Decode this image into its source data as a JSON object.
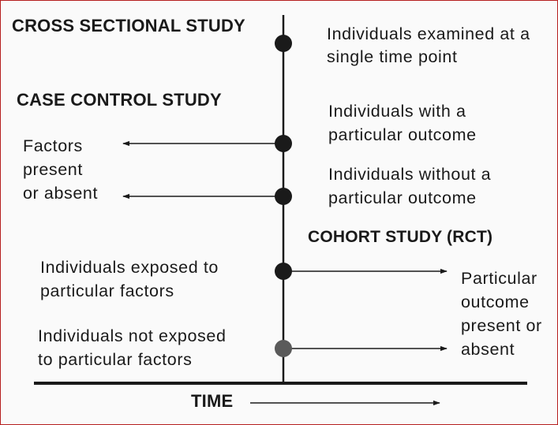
{
  "diagram": {
    "cross_sectional": {
      "heading": "CROSS SECTIONAL STUDY",
      "description": [
        "Individuals examined at a",
        "single time point"
      ]
    },
    "case_control": {
      "heading": "CASE CONTROL STUDY",
      "factors": [
        "Factors",
        "present",
        "or absent"
      ],
      "with_outcome": [
        "Individuals with a",
        "particular outcome"
      ],
      "without_outcome": [
        "Individuals without a",
        "particular outcome"
      ]
    },
    "cohort": {
      "heading": "COHORT STUDY (RCT)",
      "exposed": [
        "Individuals exposed to",
        "particular factors"
      ],
      "not_exposed": [
        "Individuals not exposed",
        "to particular factors"
      ],
      "outcome": [
        "Particular",
        "outcome",
        "present or",
        "absent"
      ]
    },
    "time_label": "TIME"
  },
  "colors": {
    "line": "#1a1a1a",
    "node_dark": "#1a1a1a",
    "node_grey": "#5a5a5a",
    "border": "#b51f1f"
  }
}
